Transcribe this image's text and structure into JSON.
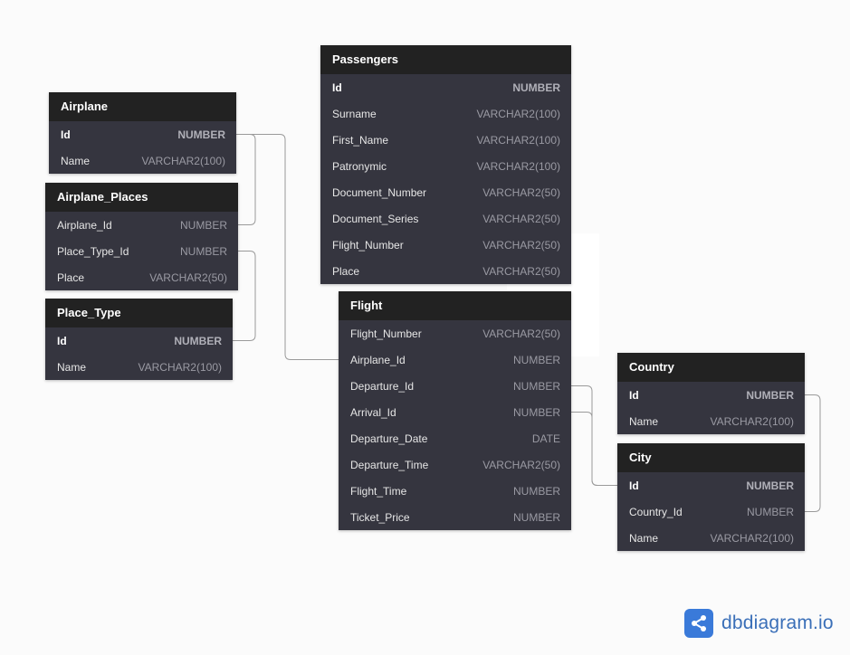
{
  "tables": {
    "airplane": {
      "title": "Airplane",
      "fields": [
        {
          "name": "Id",
          "type": "NUMBER"
        },
        {
          "name": "Name",
          "type": "VARCHAR2(100)"
        }
      ]
    },
    "airplane_places": {
      "title": "Airplane_Places",
      "fields": [
        {
          "name": "Airplane_Id",
          "type": "NUMBER"
        },
        {
          "name": "Place_Type_Id",
          "type": "NUMBER"
        },
        {
          "name": "Place",
          "type": "VARCHAR2(50)"
        }
      ]
    },
    "place_type": {
      "title": "Place_Type",
      "fields": [
        {
          "name": "Id",
          "type": "NUMBER"
        },
        {
          "name": "Name",
          "type": "VARCHAR2(100)"
        }
      ]
    },
    "passengers": {
      "title": "Passengers",
      "fields": [
        {
          "name": "Id",
          "type": "NUMBER"
        },
        {
          "name": "Surname",
          "type": "VARCHAR2(100)"
        },
        {
          "name": "First_Name",
          "type": "VARCHAR2(100)"
        },
        {
          "name": "Patronymic",
          "type": "VARCHAR2(100)"
        },
        {
          "name": "Document_Number",
          "type": "VARCHAR2(50)"
        },
        {
          "name": "Document_Series",
          "type": "VARCHAR2(50)"
        },
        {
          "name": "Flight_Number",
          "type": "VARCHAR2(50)"
        },
        {
          "name": "Place",
          "type": "VARCHAR2(50)"
        }
      ]
    },
    "flight": {
      "title": "Flight",
      "fields": [
        {
          "name": "Flight_Number",
          "type": "VARCHAR2(50)"
        },
        {
          "name": "Airplane_Id",
          "type": "NUMBER"
        },
        {
          "name": "Departure_Id",
          "type": "NUMBER"
        },
        {
          "name": "Arrival_Id",
          "type": "NUMBER"
        },
        {
          "name": "Departure_Date",
          "type": "DATE"
        },
        {
          "name": "Departure_Time",
          "type": "VARCHAR2(50)"
        },
        {
          "name": "Flight_Time",
          "type": "NUMBER"
        },
        {
          "name": "Ticket_Price",
          "type": "NUMBER"
        }
      ]
    },
    "country": {
      "title": "Country",
      "fields": [
        {
          "name": "Id",
          "type": "NUMBER"
        },
        {
          "name": "Name",
          "type": "VARCHAR2(100)"
        }
      ]
    },
    "city": {
      "title": "City",
      "fields": [
        {
          "name": "Id",
          "type": "NUMBER"
        },
        {
          "name": "Country_Id",
          "type": "NUMBER"
        },
        {
          "name": "Name",
          "type": "VARCHAR2(100)"
        }
      ]
    }
  },
  "brand": {
    "text": "dbdiagram.io",
    "accent": "#3a7ad9"
  },
  "colors": {
    "header": "#222222",
    "body": "#35353f",
    "link": "#9a9a9a"
  }
}
